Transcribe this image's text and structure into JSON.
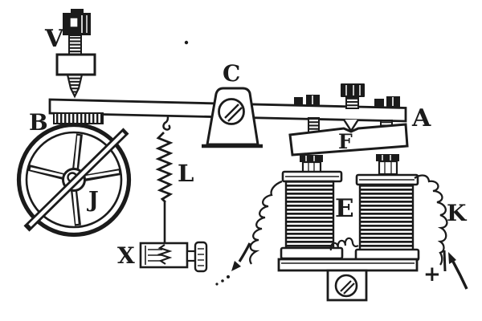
{
  "figure": {
    "background": "#ffffff",
    "ink": "#1b1b1b",
    "labels": {
      "V": "V",
      "B": "B",
      "C": "C",
      "A": "A",
      "F": "F",
      "J": "J",
      "L": "L",
      "E": "E",
      "K": "K",
      "X": "X",
      "plus": "+"
    },
    "parts": [
      {
        "label": "V",
        "name": "adjusting-screw"
      },
      {
        "label": "B",
        "name": "lever-beam-left-end"
      },
      {
        "label": "C",
        "name": "pivot-stand"
      },
      {
        "label": "A",
        "name": "lever-beam-right-end"
      },
      {
        "label": "F",
        "name": "armature-bar"
      },
      {
        "label": "J",
        "name": "spoked-wheel"
      },
      {
        "label": "L",
        "name": "spiral-spring"
      },
      {
        "label": "E",
        "name": "electromagnet-coils"
      },
      {
        "label": "K",
        "name": "coiled-wire-lead"
      },
      {
        "label": "X",
        "name": "adjustable-stop"
      }
    ]
  }
}
